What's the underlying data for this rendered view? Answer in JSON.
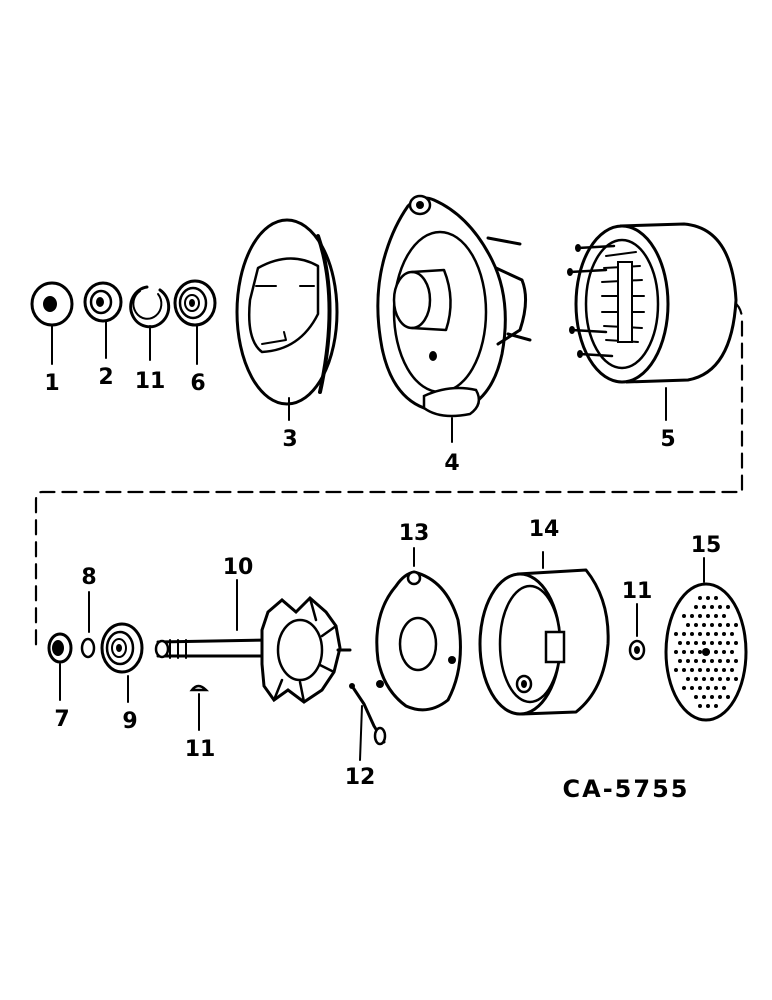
{
  "diagram": {
    "drawing_code": "CA-5755",
    "callouts": [
      "1",
      "2",
      "11",
      "6",
      "3",
      "4",
      "5",
      "8",
      "10",
      "13",
      "14",
      "11",
      "15",
      "7",
      "9",
      "11",
      "12"
    ]
  }
}
